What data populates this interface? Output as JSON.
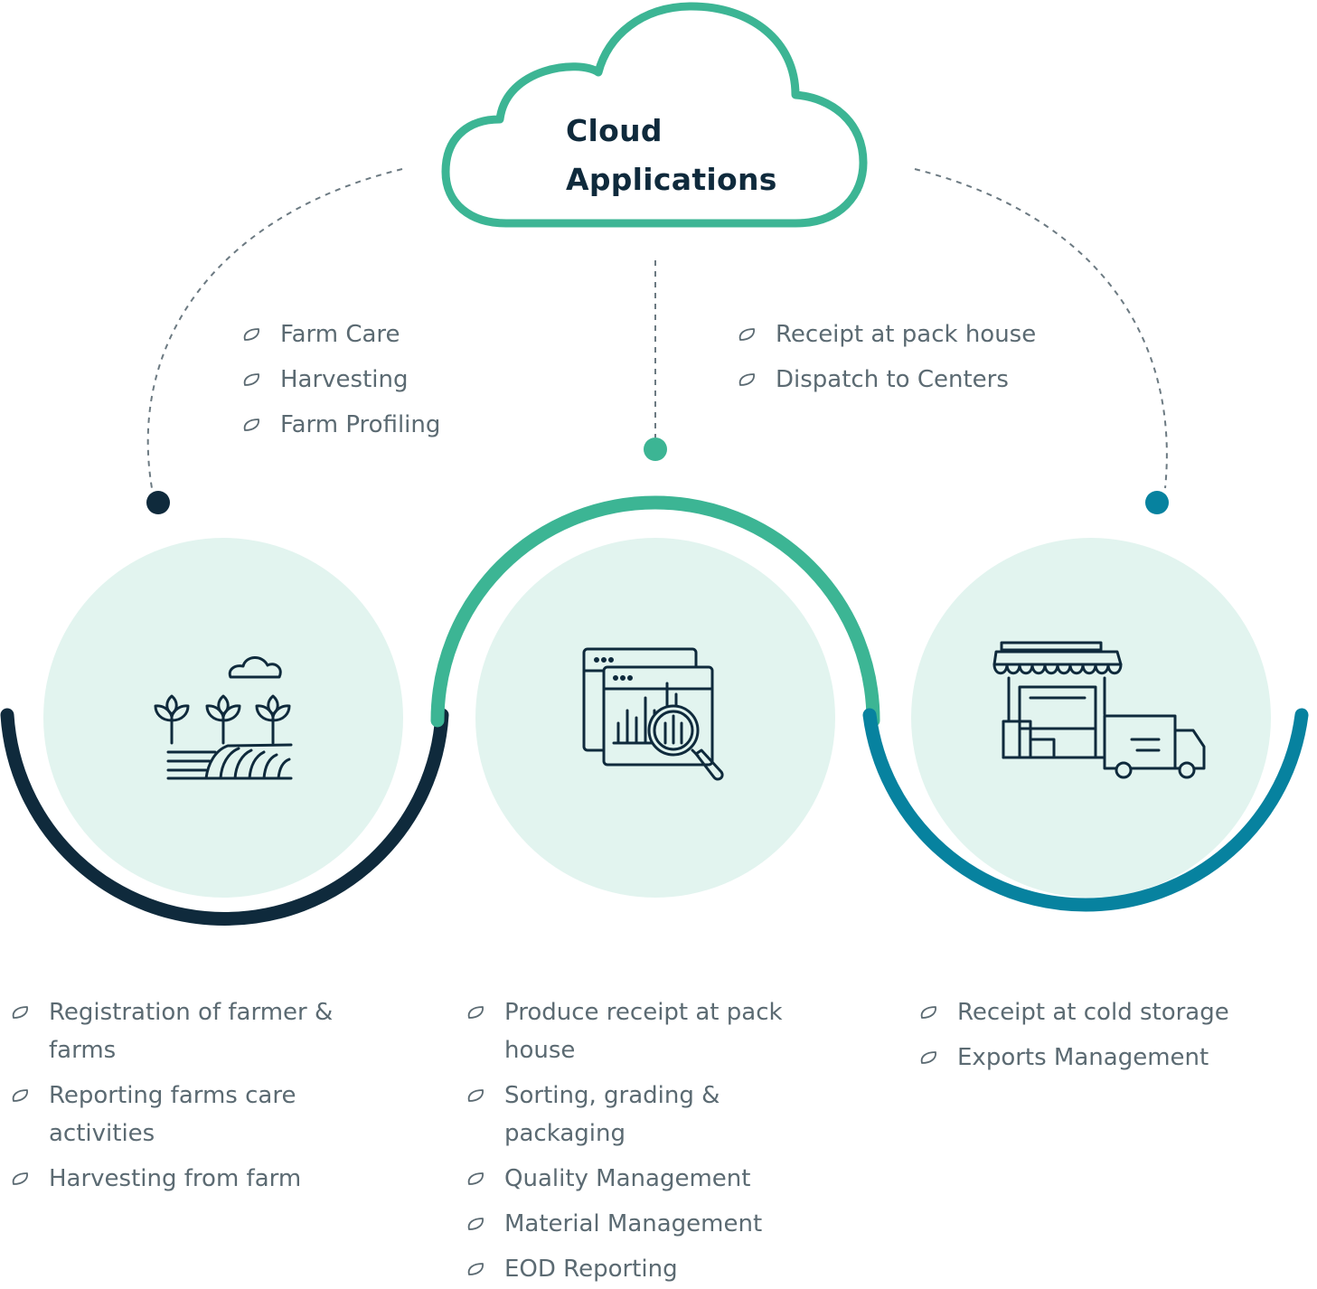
{
  "cloud": {
    "title_line1": "Cloud",
    "title_line2": "Applications"
  },
  "colors": {
    "teal": "#3cb594",
    "navy": "#0f2a3c",
    "blue": "#07829f",
    "circle_fill": "#e2f4ef",
    "text": "#5b6a72",
    "icon": "#0f2a3c"
  },
  "stages": [
    {
      "id": "farm",
      "icon": "farm-field-icon",
      "color": "navy"
    },
    {
      "id": "pack-house",
      "icon": "analytics-search-icon",
      "color": "teal"
    },
    {
      "id": "export",
      "icon": "store-truck-icon",
      "color": "blue"
    }
  ],
  "top_lists": {
    "farm": [
      "Farm Care",
      "Harvesting",
      "Farm Profiling"
    ],
    "pack_house": [
      "Receipt at pack house",
      "Dispatch to Centers"
    ]
  },
  "bottom_lists": {
    "farm": [
      "Registration of farmer & farms",
      "Reporting farms care activities",
      "Harvesting from farm"
    ],
    "pack_house": [
      "Produce receipt at pack house",
      "Sorting, grading & packaging",
      "Quality Management",
      "Material Management",
      "EOD Reporting"
    ],
    "export": [
      "Receipt at cold storage",
      "Exports Management"
    ]
  },
  "bullet_icon": "leaf-icon"
}
